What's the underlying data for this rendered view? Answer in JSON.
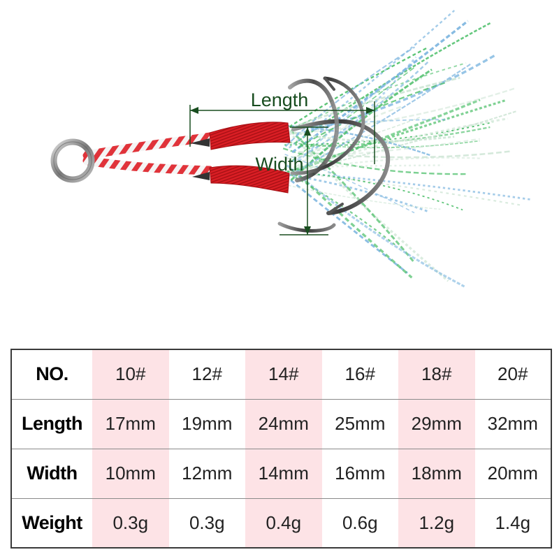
{
  "illustration": {
    "length_label": "Length",
    "width_label": "Width",
    "colors": {
      "ring": "#8c8c8c",
      "braid_red": "#e0333a",
      "thread_red": "#d91e24",
      "hook": "#4a4a4a",
      "flash_green": "#4dbf6a",
      "flash_blue": "#7fb7e0",
      "dimension_line": "#184d1f"
    }
  },
  "table": {
    "row_headers": [
      "NO.",
      "Length",
      "Width",
      "Weight"
    ],
    "columns": [
      {
        "no": "10#",
        "length": "17mm",
        "width": "10mm",
        "weight": "0.3g",
        "highlight": true
      },
      {
        "no": "12#",
        "length": "19mm",
        "width": "12mm",
        "weight": "0.3g",
        "highlight": false
      },
      {
        "no": "14#",
        "length": "24mm",
        "width": "14mm",
        "weight": "0.4g",
        "highlight": true
      },
      {
        "no": "16#",
        "length": "25mm",
        "width": "16mm",
        "weight": "0.6g",
        "highlight": false
      },
      {
        "no": "18#",
        "length": "29mm",
        "width": "18mm",
        "weight": "1.2g",
        "highlight": true
      },
      {
        "no": "20#",
        "length": "32mm",
        "width": "20mm",
        "weight": "1.4g",
        "highlight": false
      }
    ],
    "colors": {
      "highlight": "#fde3e6",
      "border": "#3a3a3a"
    }
  }
}
